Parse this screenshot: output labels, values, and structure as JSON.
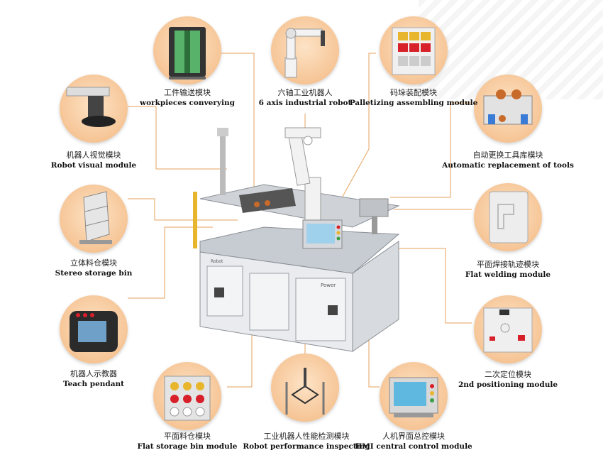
{
  "modules": [
    {
      "id": "workpieces-conveying",
      "zh": "工件输送模块",
      "en": "workpieces converying",
      "icon": "conveyor-icon"
    },
    {
      "id": "six-axis-robot",
      "zh": "六轴工业机器人",
      "en": "6 axis industrial robot",
      "icon": "robot-arm-icon"
    },
    {
      "id": "palletizing-assembling",
      "zh": "码垛装配模块",
      "en": "Palletizing assembling module",
      "icon": "pallet-icon"
    },
    {
      "id": "robot-visual",
      "zh": "机器人视觉模块",
      "en": "Robot visual module",
      "icon": "camera-icon"
    },
    {
      "id": "tool-replacement",
      "zh": "自动更换工具库模块",
      "en": "Automatic replacement of tools",
      "icon": "tool-rack-icon"
    },
    {
      "id": "stereo-storage",
      "zh": "立体料仓模块",
      "en": "Stereo storage bin",
      "icon": "storage-rack-icon"
    },
    {
      "id": "flat-welding",
      "zh": "平面焊接轨迹模块",
      "en": "Flat welding module",
      "icon": "welding-plate-icon"
    },
    {
      "id": "teach-pendant",
      "zh": "机器人示教器",
      "en": "Teach pendant",
      "icon": "pendant-icon"
    },
    {
      "id": "second-positioning",
      "zh": "二次定位模块",
      "en": "2nd positioning module",
      "icon": "positioning-plate-icon"
    },
    {
      "id": "flat-storage",
      "zh": "平面料仓模块",
      "en": "Flat storage bin module",
      "icon": "flat-bin-icon"
    },
    {
      "id": "performance-inspecting",
      "zh": "工业机器人性能检测模块",
      "en": "Robot performance inspecting",
      "icon": "inspection-frame-icon"
    },
    {
      "id": "hmi-control",
      "zh": "人机界面总控模块",
      "en": "HMI central control module",
      "icon": "hmi-panel-icon"
    }
  ],
  "machine": {
    "power_label": "Power",
    "plate_text": "Robot",
    "icon": "training-station-icon"
  },
  "colors": {
    "circle": "#f6c596",
    "connector": "#e6a25e",
    "frame": "#cfd3d8",
    "cabinet": "#e9ebee"
  }
}
